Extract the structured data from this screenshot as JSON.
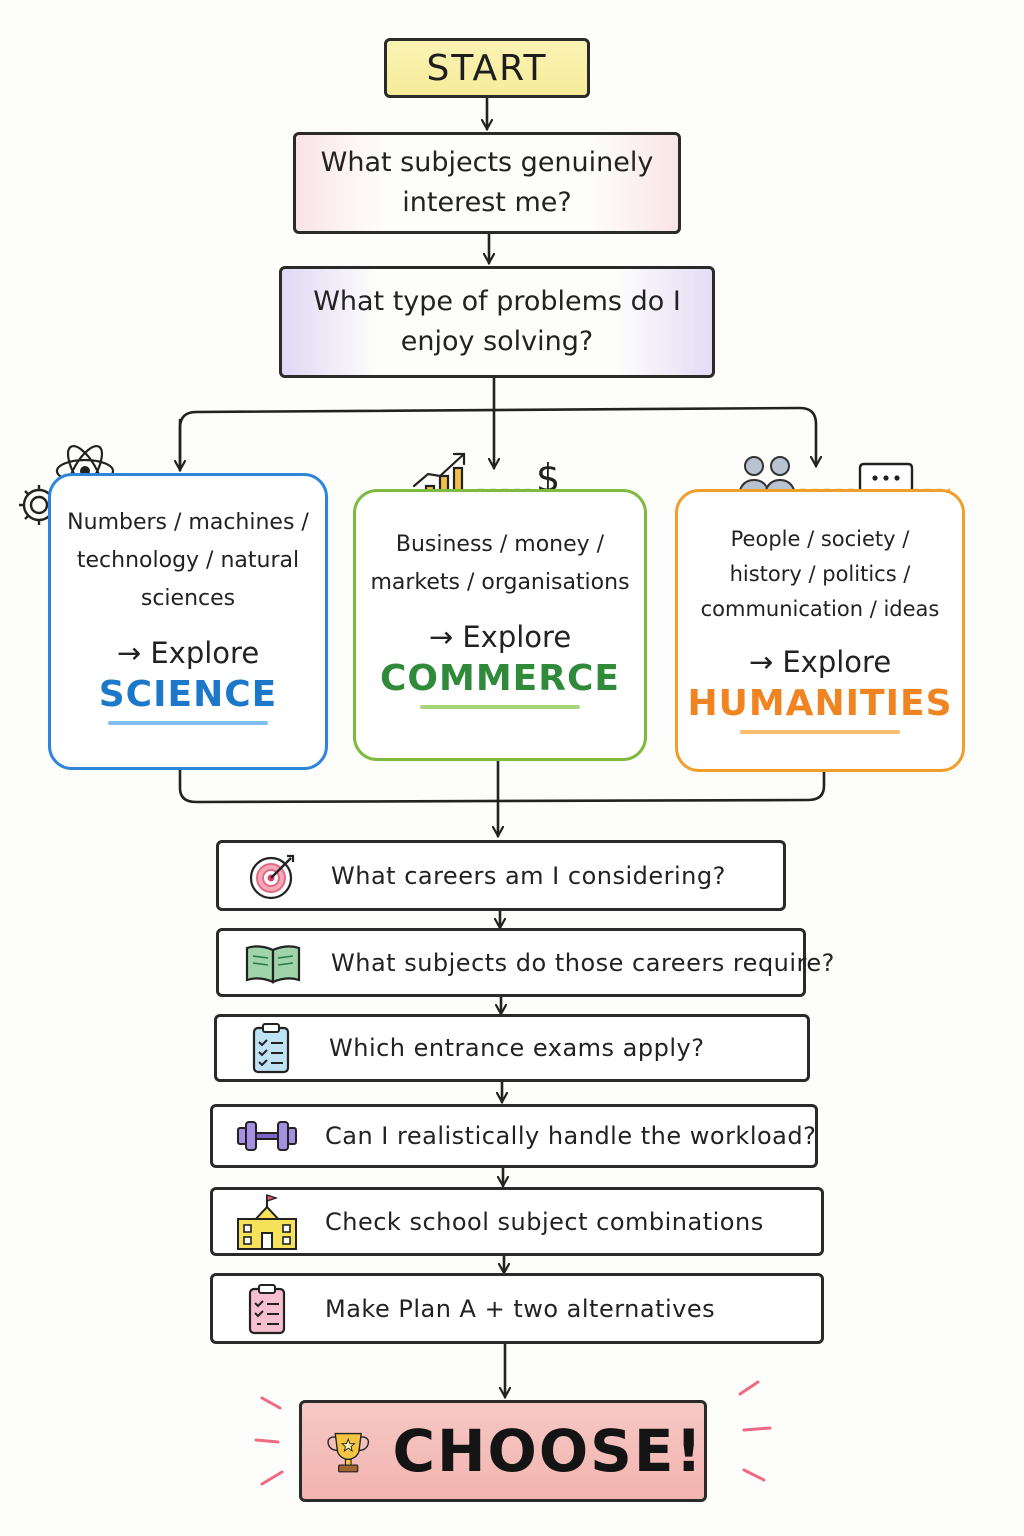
{
  "start": "START",
  "questions": [
    "What subjects genuinely interest me?",
    "What type of problems do I enjoy solving?"
  ],
  "branches": [
    {
      "key": "science",
      "desc_lines": [
        "Numbers / machines /",
        "technology / natural",
        "sciences"
      ],
      "explore": "→ Explore",
      "track": "SCIENCE",
      "color": "#2f86d9",
      "icons": [
        "gear-icon",
        "atom-icon"
      ]
    },
    {
      "key": "commerce",
      "desc_lines": [
        "Business / money /",
        "markets / organisations"
      ],
      "explore": "→ Explore",
      "track": "COMMERCE",
      "color": "#7dba3e",
      "icons": [
        "growth-chart-icon",
        "dollar-icon"
      ]
    },
    {
      "key": "humanities",
      "desc_lines": [
        "People / society /",
        "history / politics /",
        "communication / ideas"
      ],
      "explore": "→ Explore",
      "track": "HUMANITIES",
      "color": "#f0a02a",
      "icons": [
        "people-icon",
        "speech-bubble-icon"
      ]
    }
  ],
  "steps": [
    {
      "text": "What careers am I considering?",
      "icon": "target-icon"
    },
    {
      "text": "What subjects do those careers require?",
      "icon": "book-icon"
    },
    {
      "text": "Which entrance exams apply?",
      "icon": "clipboard-checklist-icon"
    },
    {
      "text": "Can I realistically handle the workload?",
      "icon": "dumbbell-icon"
    },
    {
      "text": "Check school subject combinations",
      "icon": "school-icon"
    },
    {
      "text": "Make Plan A + two alternatives",
      "icon": "clipboard-list-icon"
    }
  ],
  "choose": "CHOOSE!",
  "choose_icon": "trophy-icon"
}
